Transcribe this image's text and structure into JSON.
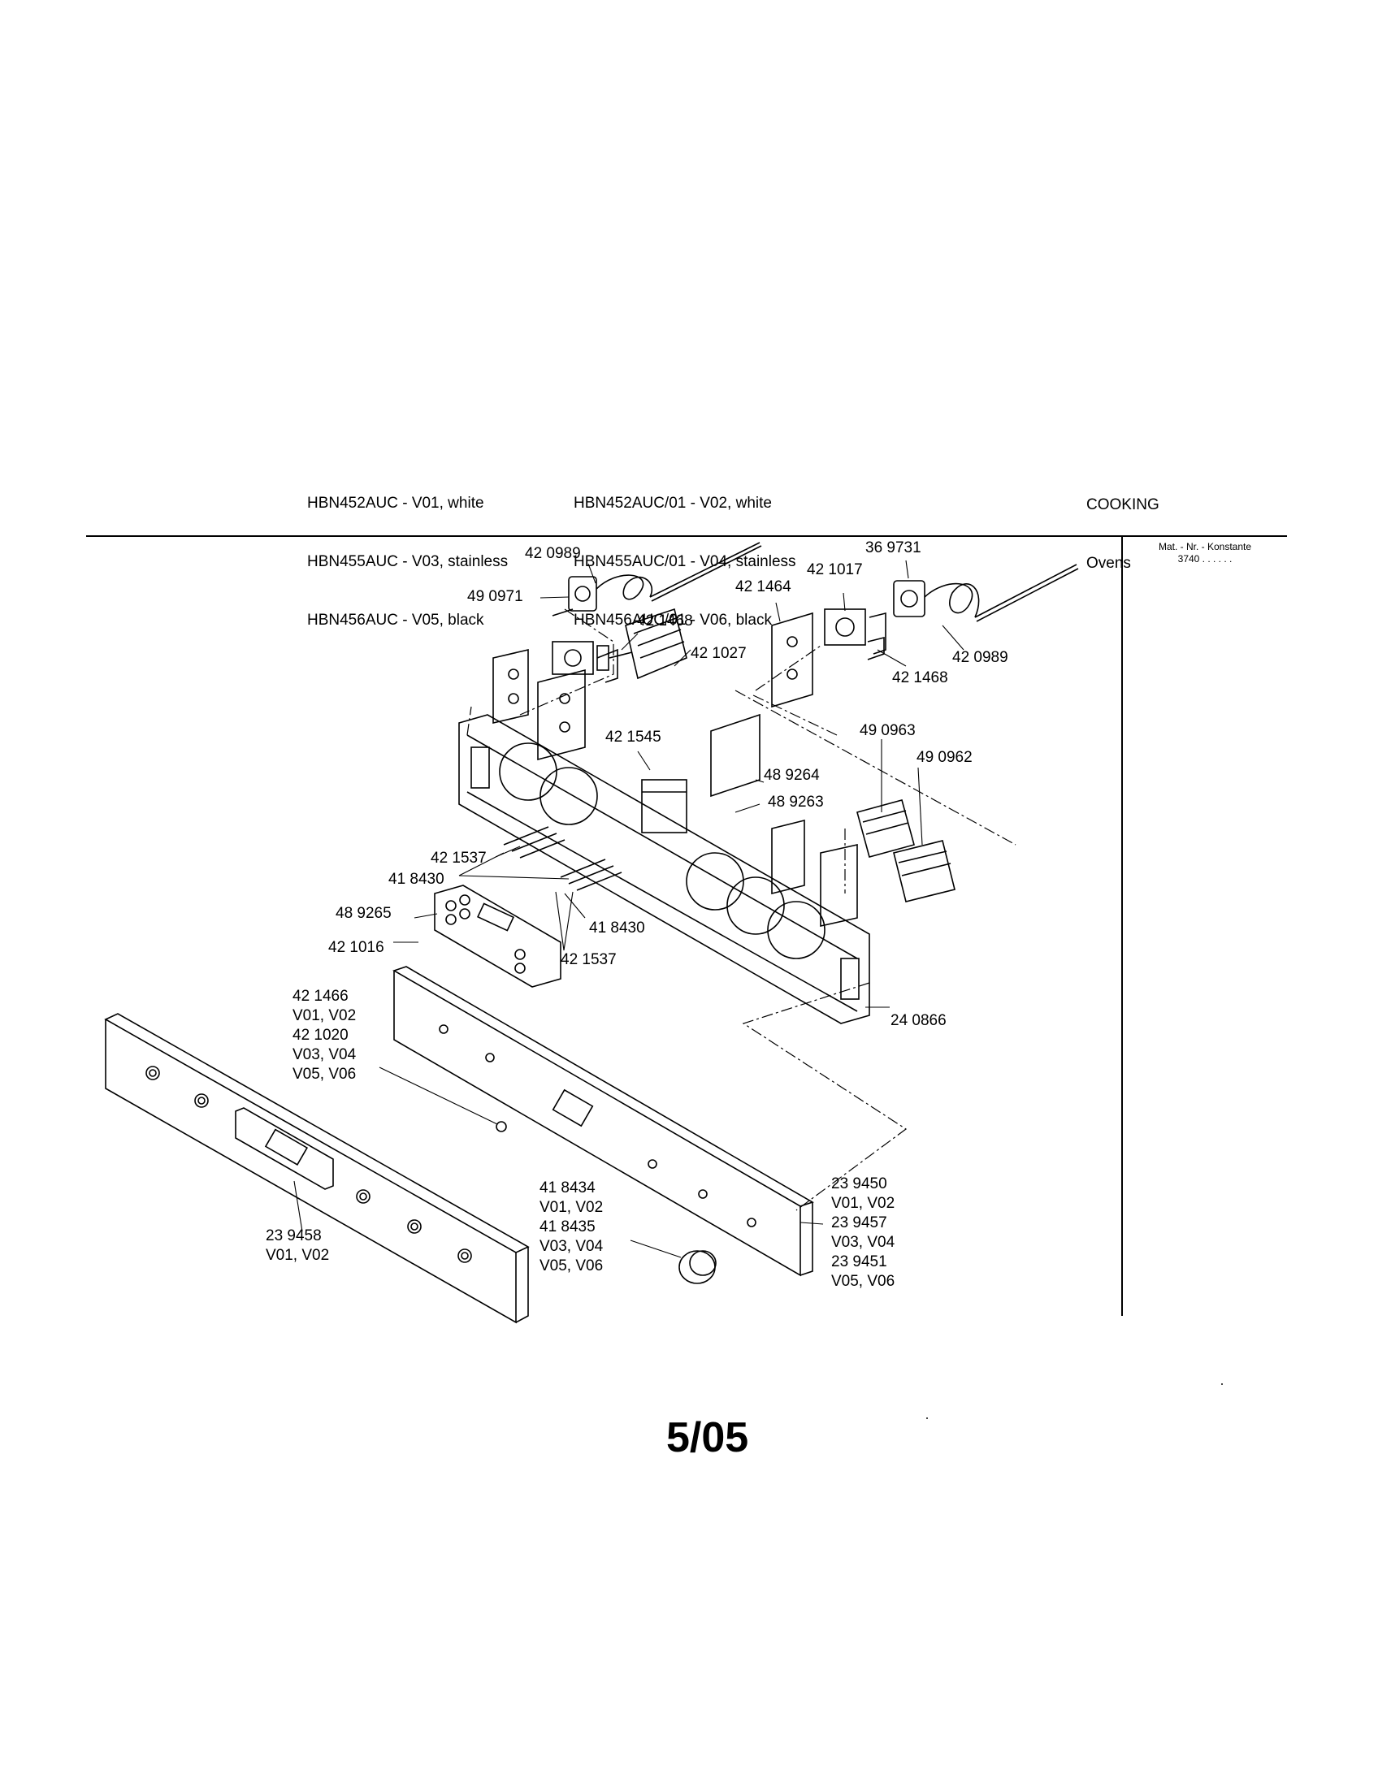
{
  "header": {
    "models_left": [
      "HBN452AUC - V01, white",
      "HBN455AUC - V03, stainless",
      "HBN456AUC - V05, black"
    ],
    "models_right": [
      "HBN452AUC/01 - V02, white",
      "HBN455AUC/01 - V04, stainless",
      "HBN456AUC/01 - V06, black"
    ],
    "category": [
      "COOKING",
      "Ovens"
    ]
  },
  "mat_nr": {
    "title": "Mat. - Nr. - Konstante",
    "value": "3740 . . . . . ."
  },
  "parts": {
    "p420989a": "42 0989",
    "p490971": "49 0971",
    "p421468a": "42 1468",
    "p421027": "42 1027",
    "p369731": "36 9731",
    "p421017": "42 1017",
    "p421464": "42 1464",
    "p420989b": "42 0989",
    "p421468b": "42 1468",
    "p421545": "42 1545",
    "p489264": "48 9264",
    "p489263": "48 9263",
    "p490963": "49 0963",
    "p490962": "49 0962",
    "p421537a": "42 1537",
    "p418430a": "41 8430",
    "p489265": "48 9265",
    "p421016": "42 1016",
    "p418430b": "41 8430",
    "p421537b": "42 1537",
    "p240866": "24 0866",
    "knob_cap": [
      "42 1466",
      "V01, V02",
      "42 1020",
      "V03, V04",
      "V05, V06"
    ],
    "front_panel": [
      "23 9458",
      "V01, V02"
    ],
    "knob": [
      "41 8434",
      "V01, V02",
      "41 8435",
      "V03, V04",
      "V05, V06"
    ],
    "control_panel": [
      "23 9450",
      "V01, V02",
      "23 9457",
      "V03, V04",
      "23 9451",
      "V05, V06"
    ]
  },
  "page_number": "5/05"
}
